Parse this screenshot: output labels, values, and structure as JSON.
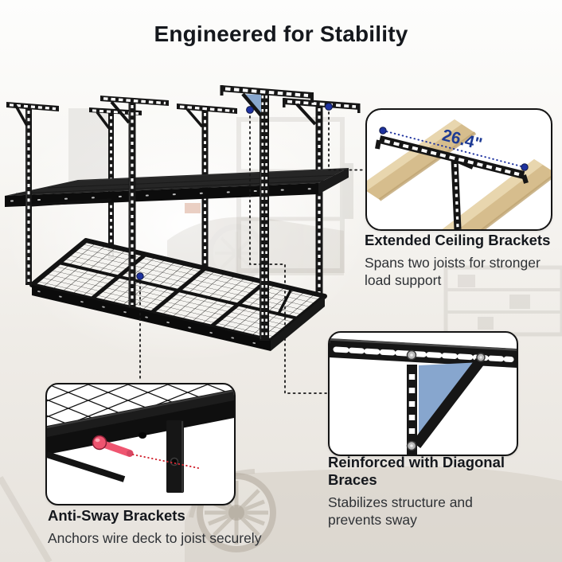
{
  "title": "Engineered for Stability",
  "measurement_label": "26.4\"",
  "callouts": {
    "ceiling": {
      "heading": "Extended Ceiling Brackets",
      "body": "Spans two joists for stronger load support"
    },
    "braces": {
      "heading": "Reinforced with Diagonal Braces",
      "body": "Stabilizes structure and prevents sway"
    },
    "antisway": {
      "heading": "Anti-Sway Brackets",
      "body": "Anchors wire deck to joist securely"
    }
  },
  "colors": {
    "ink": "#15181d",
    "body-text": "#2e3135",
    "accent-blue": "#1e329f",
    "measure-blue": "#1d3a94",
    "highlight-blue": "#87a6ce",
    "bolt-red": "#ef5570",
    "leader-red": "#d22a35",
    "wood": "#d8c092",
    "metal": "#161616"
  }
}
